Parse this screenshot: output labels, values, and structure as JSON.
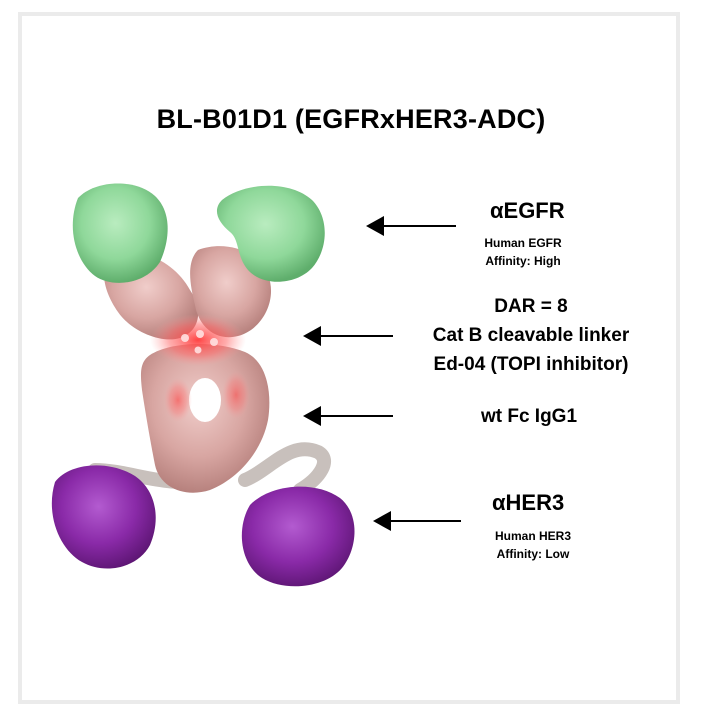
{
  "title": "BL-B01D1 (EGFRxHER3-ADC)",
  "egfr": {
    "label": "αEGFR",
    "line1": "Human EGFR",
    "line2": "Affinity:  High"
  },
  "payload": {
    "line1": "DAR = 8",
    "line2": "Cat B cleavable linker",
    "line3": "Ed-04 (TOPI inhibitor)"
  },
  "fc": {
    "label": "wt Fc IgG1"
  },
  "her3": {
    "label": "αHER3",
    "line1": "Human HER3",
    "line2": "Affinity:  Low"
  },
  "colors": {
    "egfr_domain": "#8fd89a",
    "antibody_body": "#d8a6a2",
    "payload_glow": "#ff3b3b",
    "her3_domain": "#8a2aa8",
    "linker": "#c8c0bc"
  }
}
